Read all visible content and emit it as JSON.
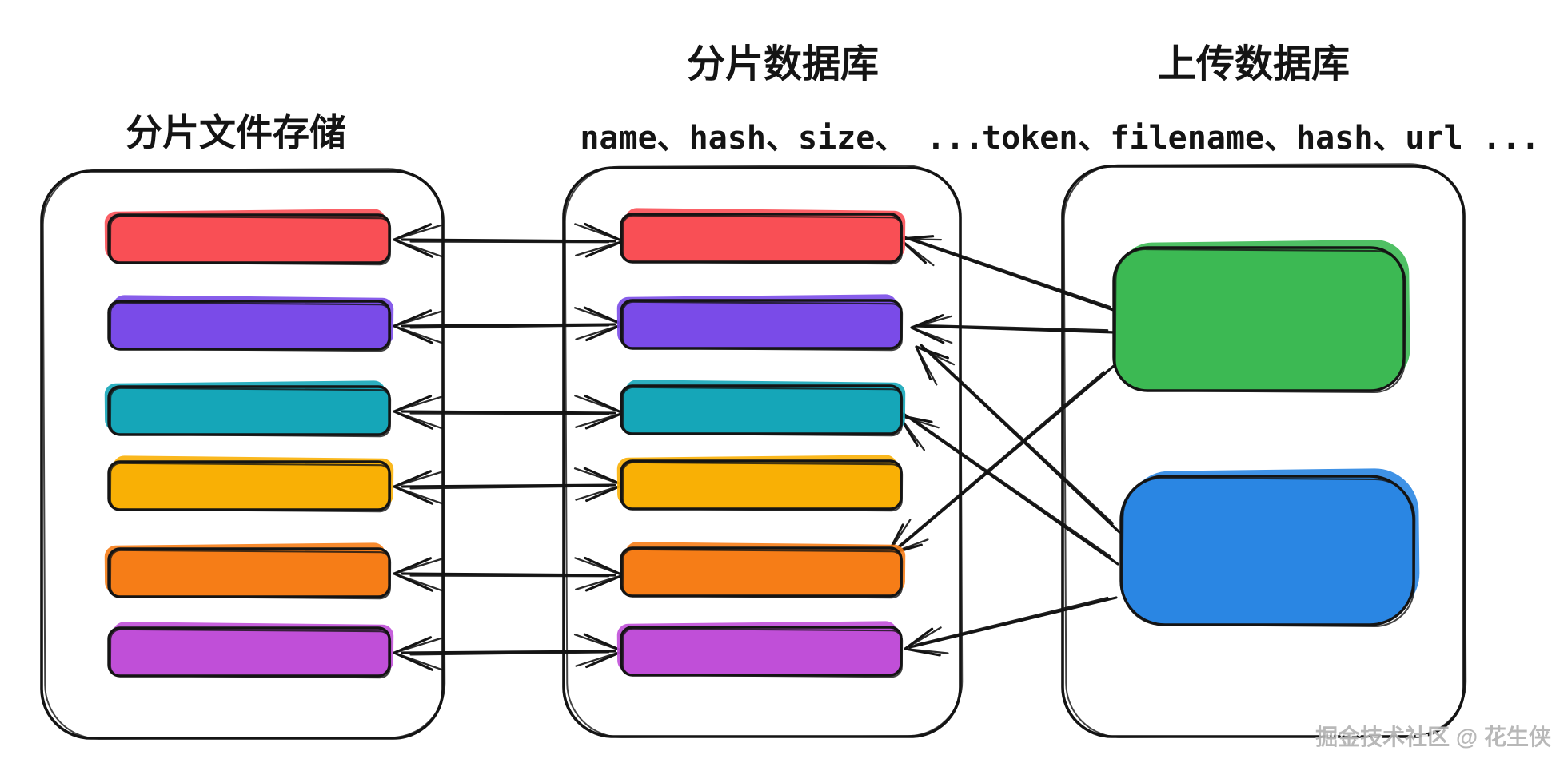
{
  "diagram": {
    "left_column": {
      "title": "分片文件存储"
    },
    "middle_column": {
      "title": "分片数据库",
      "subtitle": "name、hash、size、 ..."
    },
    "right_column": {
      "title": "上传数据库",
      "subtitle": "token、filename、hash、url ..."
    },
    "watermark": "掘金技术社区 @ 花生侠",
    "colors": {
      "background": "#ffffff",
      "outline": "#141414",
      "row_colors": [
        "#f94f55",
        "#7a4be8",
        "#15a6b8",
        "#f9b005",
        "#f67d17",
        "#c04fd8"
      ],
      "green_block": "#3cb953",
      "blue_block": "#2a86e3",
      "watermark_gray": "#b3b3b3"
    },
    "structure": {
      "row_count": 6,
      "right_blocks": [
        {
          "id": "green",
          "color_key": "green_block"
        },
        {
          "id": "blue",
          "color_key": "blue_block"
        }
      ]
    },
    "connections": {
      "left_middle_bidirectional_rows": [
        1,
        2,
        3,
        4,
        5,
        6
      ],
      "right_to_middle": [
        {
          "from_block": "green",
          "to_row": 1
        },
        {
          "from_block": "green",
          "to_row": 2
        },
        {
          "from_block": "green",
          "to_row": 5
        },
        {
          "from_block": "blue",
          "to_row": 2
        },
        {
          "from_block": "blue",
          "to_row": 3
        },
        {
          "from_block": "blue",
          "to_row": 6
        }
      ]
    }
  }
}
